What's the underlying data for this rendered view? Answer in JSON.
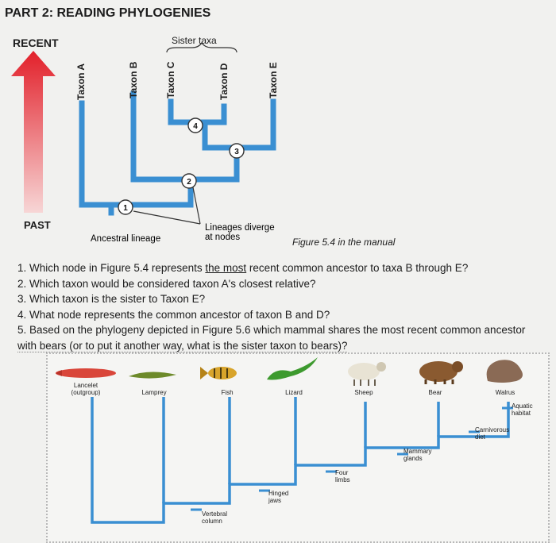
{
  "header": {
    "title": "PART 2: READING PHYLOGENIES"
  },
  "fig54": {
    "recent_label": "RECENT",
    "past_label": "PAST",
    "sister_taxa_label": "Sister taxa",
    "taxa": [
      "Taxon A",
      "Taxon B",
      "Taxon C",
      "Taxon D",
      "Taxon E"
    ],
    "nodes": [
      "1",
      "2",
      "3",
      "4"
    ],
    "ancestral_lineage_label": "Ancestral lineage",
    "diverge_line1": "Lineages diverge",
    "diverge_line2": "at nodes",
    "caption": "Figure 5.4 in the manual",
    "colors": {
      "arrow_red": "#e2202a",
      "branch_blue": "#3a8fd2"
    }
  },
  "questions": {
    "q1_pre": "1. Which node in Figure 5.4 represents ",
    "q1_ul": "the most",
    "q1_post": " recent common ancestor to taxa B through E?",
    "q2": "2. Which taxon would be considered taxon A's closest relative?",
    "q3": "3. Which taxon is the sister to Taxon E?",
    "q4": "4. What node represents the common ancestor of taxon B and D?",
    "q5_line1": "5. Based on the phylogeny depicted in Figure 5.6 which mammal shares the most recent common ancestor",
    "q5_line2": "with bears (or to put it another way, what is the sister taxon to bears)?"
  },
  "fig56": {
    "lancelet_line1": "Lancelet",
    "lancelet_line2": "(outgroup)",
    "taxa": [
      "Lamprey",
      "Fish",
      "Lizard",
      "Sheep",
      "Bear",
      "Walrus"
    ],
    "traits": {
      "vertebral_1": "Vertebral",
      "vertebral_2": "column",
      "hinged_1": "Hinged",
      "hinged_2": "jaws",
      "four_1": "Four",
      "four_2": "limbs",
      "mammary_1": "Mammary",
      "mammary_2": "glands",
      "carnivorous_1": "Carnivorous",
      "carnivorous_2": "diet",
      "aquatic_1": "Aquatic",
      "aquatic_2": "habitat"
    }
  }
}
